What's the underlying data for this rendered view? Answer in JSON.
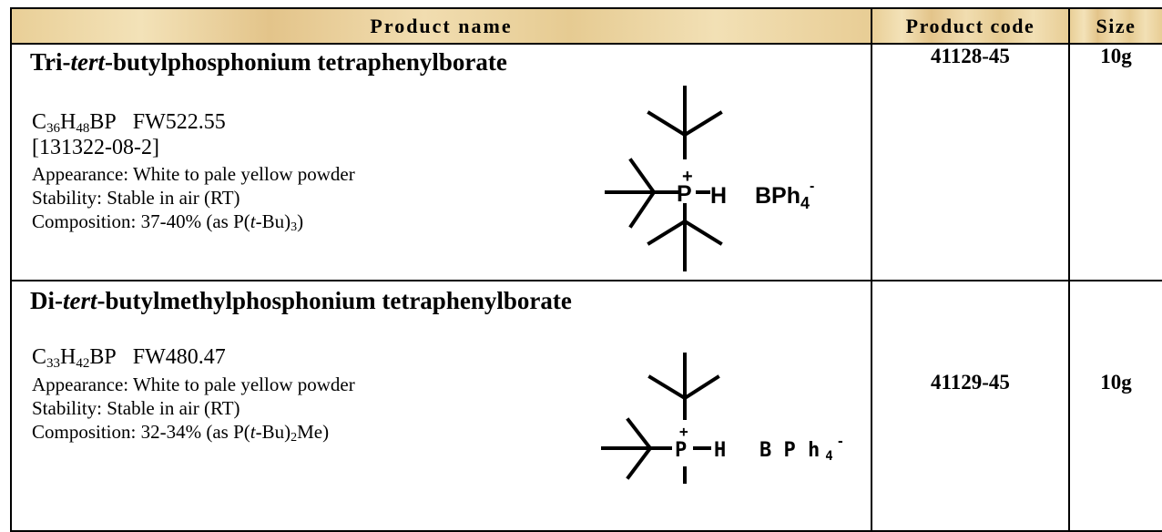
{
  "header": {
    "product_name": "Product name",
    "product_code": "Product code",
    "size": "Size"
  },
  "products": [
    {
      "title_prefix": "Tri-",
      "title_italic": "tert",
      "title_suffix": "-butylphosphonium tetraphenylborate",
      "formula": {
        "c": "C",
        "c_n": "36",
        "h": "H",
        "h_n": "48",
        "rest": "BP",
        "fw": "FW522.55"
      },
      "cas": "[131322-08-2]",
      "appearance": "Appearance: White to pale yellow powder",
      "stability": "Stability: Stable in air (RT)",
      "composition_prefix": "Composition: 37-40% (as P(",
      "composition_italic": "t",
      "composition_mid": "-Bu)",
      "composition_sub": "3",
      "composition_suffix": ")",
      "structure": {
        "p": "P",
        "plus": "+",
        "h": "H",
        "anion": "BPh",
        "anion_n": "4",
        "anion_charge": "-"
      },
      "code": "41128-45",
      "size": "10g"
    },
    {
      "title_prefix": "Di-",
      "title_italic": "tert",
      "title_suffix": "-butylmethylphosphonium tetraphenylborate",
      "formula": {
        "c": "C",
        "c_n": "33",
        "h": "H",
        "h_n": "42",
        "rest": "BP",
        "fw": "FW480.47"
      },
      "appearance": "Appearance: White to pale yellow powder",
      "stability": "Stability: Stable in air (RT)",
      "composition_prefix": "Composition: 32-34% (as P(",
      "composition_italic": "t",
      "composition_mid": "-Bu)",
      "composition_sub": "2",
      "composition_suffix": "Me)",
      "structure": {
        "p": "P",
        "plus": "+",
        "h": "H",
        "anion": "B P h",
        "anion_n": "4",
        "anion_charge": "-"
      },
      "code": "41129-45",
      "size": "10g"
    }
  ]
}
